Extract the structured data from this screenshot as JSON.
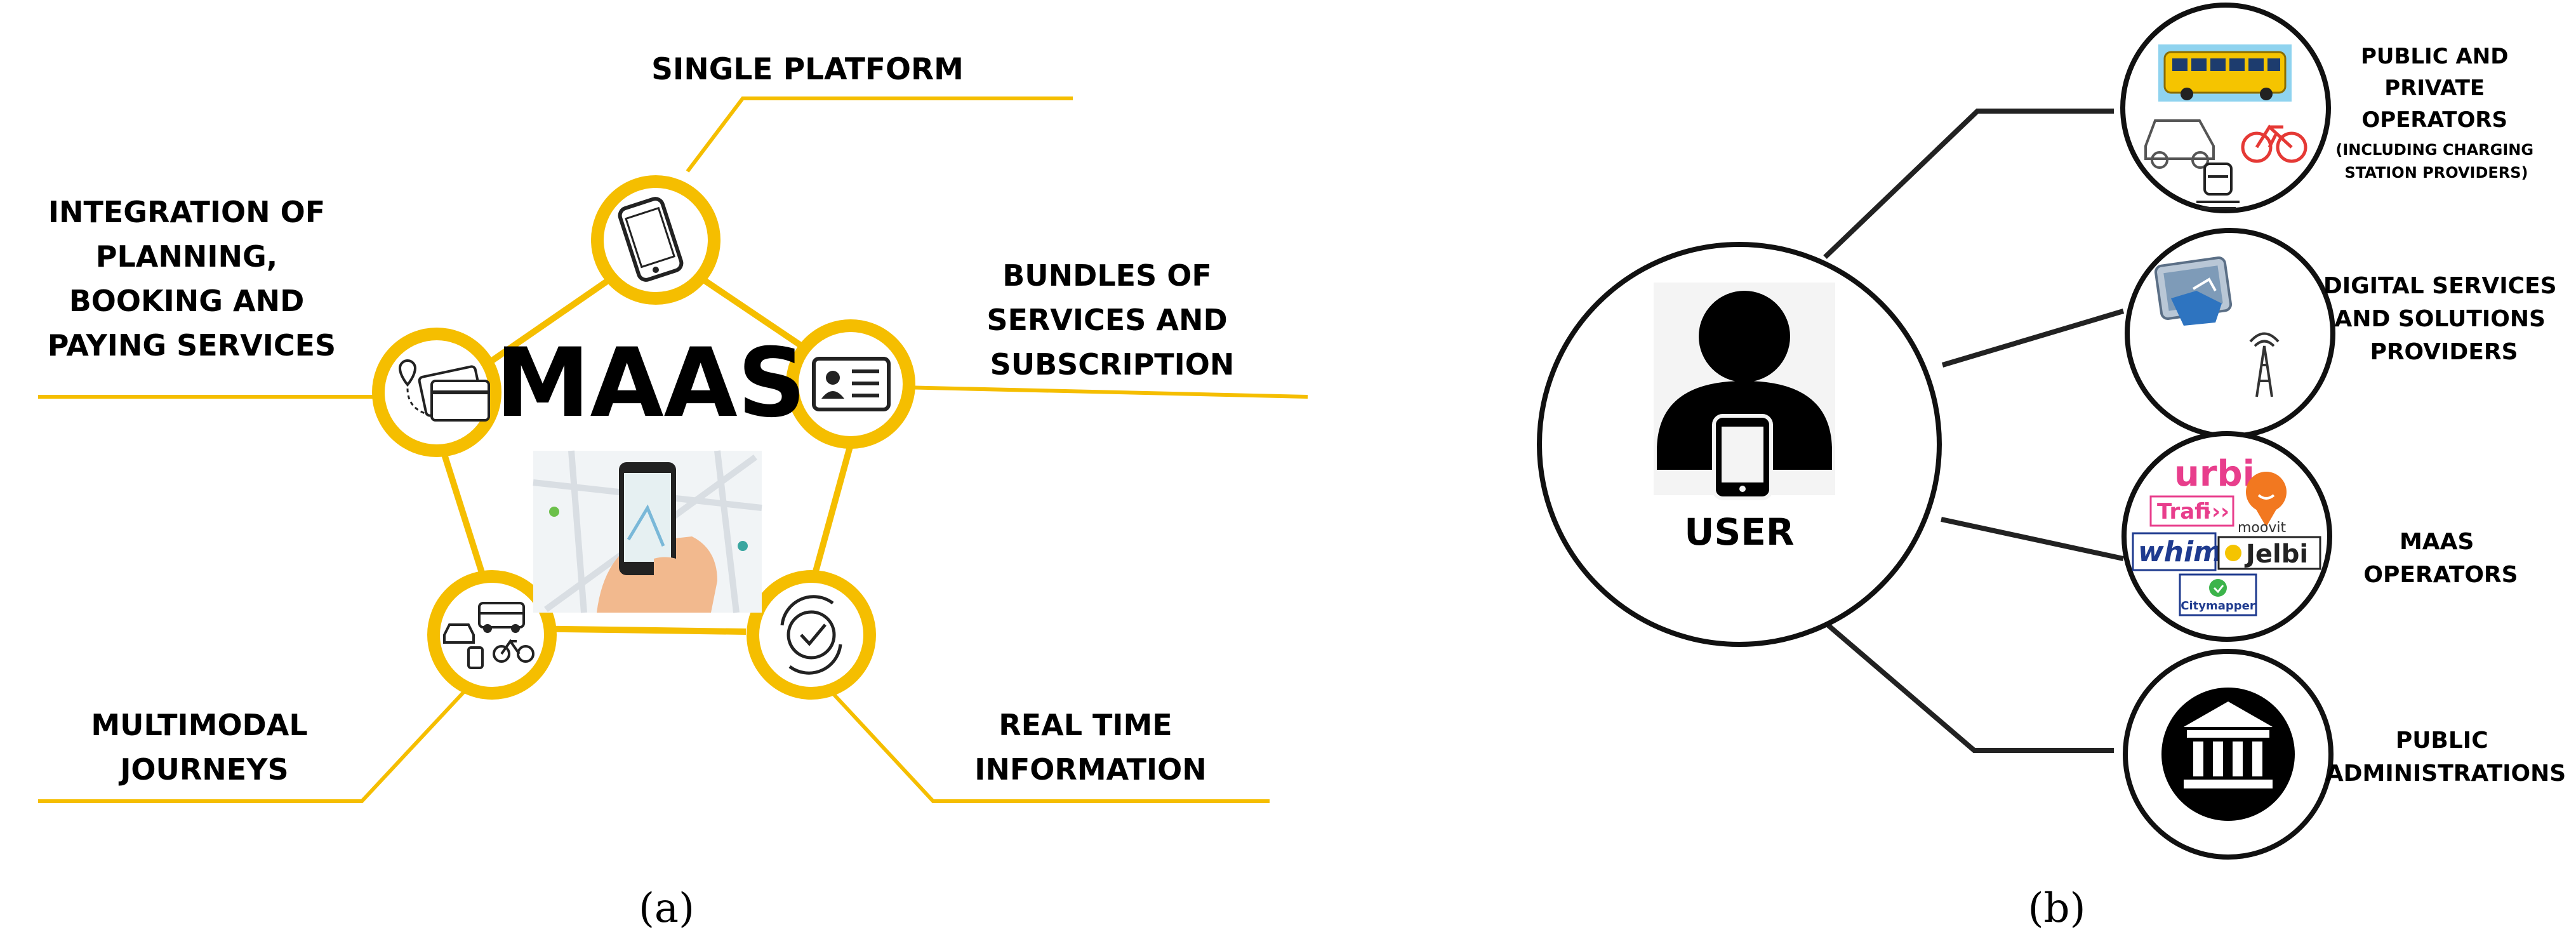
{
  "panel_a": {
    "center_title": "MAAS",
    "caption": "(a)",
    "labels": {
      "single_platform": [
        "SINGLE PLATFORM"
      ],
      "integration": [
        "INTEGRATION OF",
        "PLANNING,",
        "BOOKING AND",
        "PAYING SERVICES"
      ],
      "bundles": [
        "BUNDLES OF",
        "SERVICES AND",
        "SUBSCRIPTION"
      ],
      "multimodal": [
        "MULTIMODAL",
        "JOURNEYS"
      ],
      "realtime": [
        "REAL TIME",
        "INFORMATION"
      ]
    },
    "accent_color": "#F5BE00"
  },
  "panel_b": {
    "user_label": "USER",
    "caption": "(b)",
    "nodes": {
      "operators": [
        "PUBLIC AND",
        "PRIVATE",
        "OPERATORS",
        "(INCLUDING CHARGING",
        "STATION PROVIDERS)"
      ],
      "digital": [
        "DIGITAL SERVICES",
        "AND SOLUTIONS",
        "PROVIDERS"
      ],
      "maas": [
        "MAAS",
        "OPERATORS"
      ],
      "public": [
        "PUBLIC",
        "ADMINISTRATIONS"
      ]
    },
    "logos": {
      "urbi": "urbi",
      "trafi": "Trafi",
      "moovit": "moovit",
      "whim": "whim",
      "jelbi": "Jelbi",
      "citymapper": "Citymapper"
    }
  }
}
